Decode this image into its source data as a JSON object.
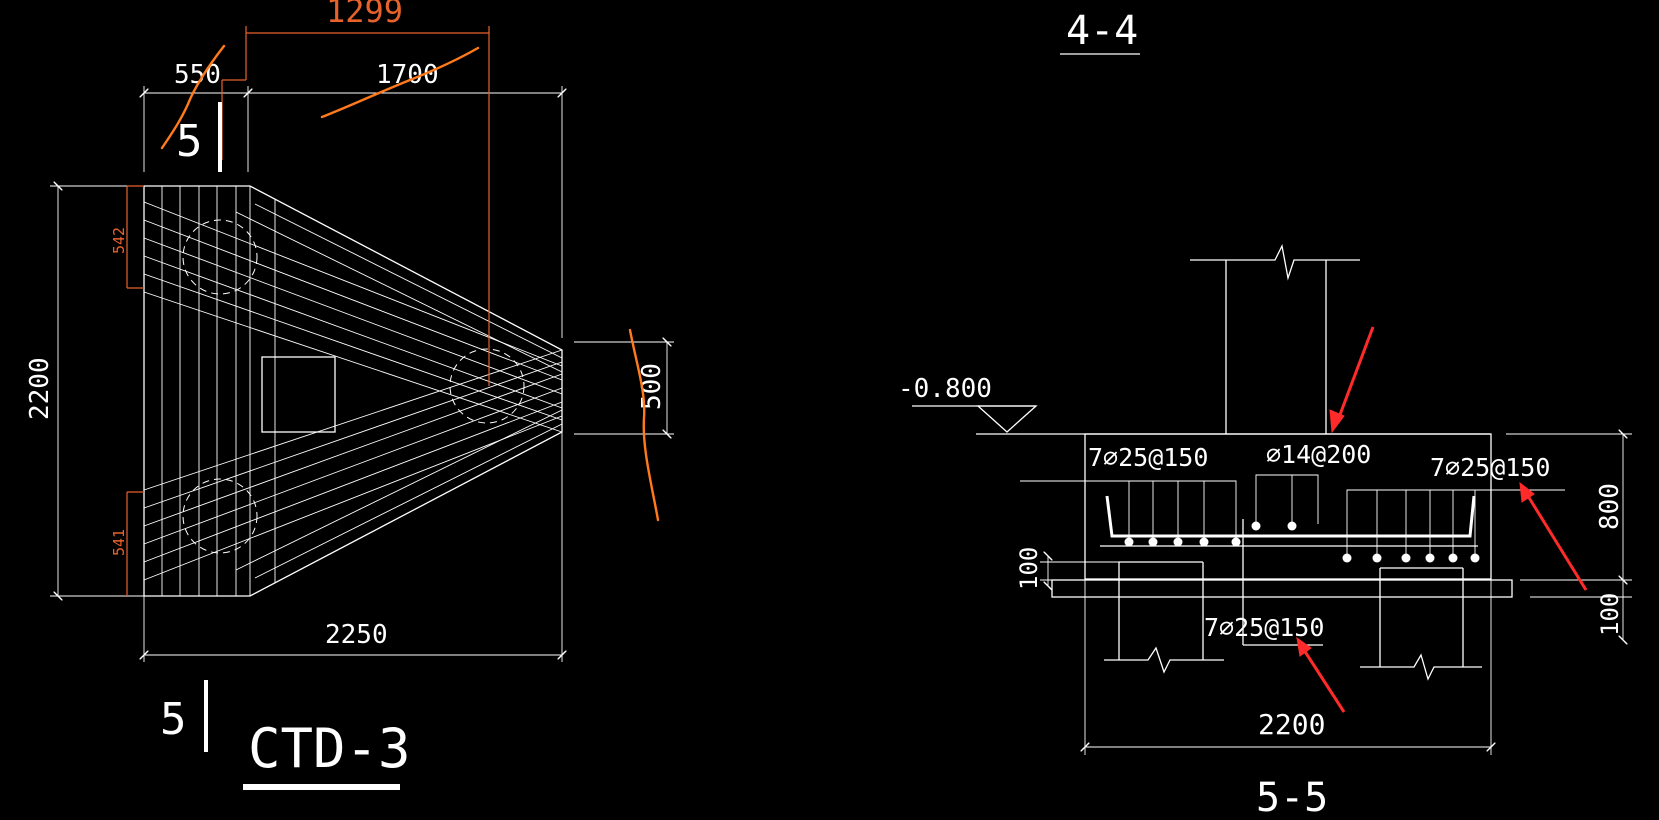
{
  "colors": {
    "background": "#000000",
    "lines": "#ffffff",
    "dimension_red": "#e8622c",
    "markup_orange": "#ff7a1a",
    "arrow_red": "#ff2a2a"
  },
  "plan": {
    "dim_top_red": "1299",
    "dim_top_left": "550",
    "dim_top_right": "1700",
    "dim_left_total": "2200",
    "dim_left_top_red": "542",
    "dim_left_bottom_red": "541",
    "dim_bottom": "2250",
    "dim_right_tip": "500",
    "section_mark_top": "5",
    "section_mark_bottom": "5",
    "title": "CTD-3"
  },
  "section": {
    "title_top": "4-4",
    "elevation": "-0.800",
    "rebar_left_top": "7⌀25@150",
    "rebar_middle": "⌀14@200",
    "rebar_right_top": "7⌀25@150",
    "rebar_bottom": "7⌀25@150",
    "dim_height": "800",
    "dim_left_cover": "100",
    "dim_right_cover": "100",
    "dim_width": "2200",
    "title_bottom": "5-5"
  }
}
